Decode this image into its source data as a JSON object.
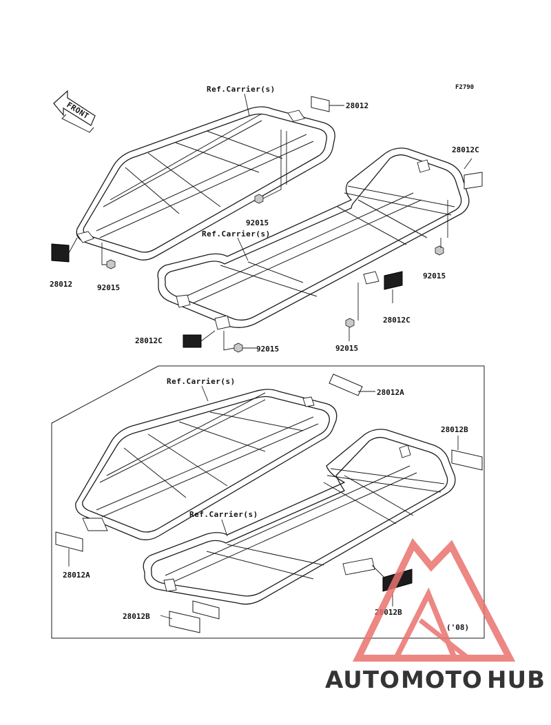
{
  "figure_code": "F2790",
  "front_indicator": "FRONT",
  "ref_carrier_label": "Ref.Carrier(s)",
  "parts": {
    "p28012": "28012",
    "p28012A": "28012A",
    "p28012B": "28012B",
    "p28012C": "28012C",
    "p92015": "92015"
  },
  "model_year_note": "('08)",
  "watermark": {
    "part1": "AUTO",
    "part2": "MOTO",
    "part3": "HUB",
    "color_accent": "#f0a65c",
    "color_mid": "#e9736f",
    "color_dark": "#3a3a3a"
  }
}
